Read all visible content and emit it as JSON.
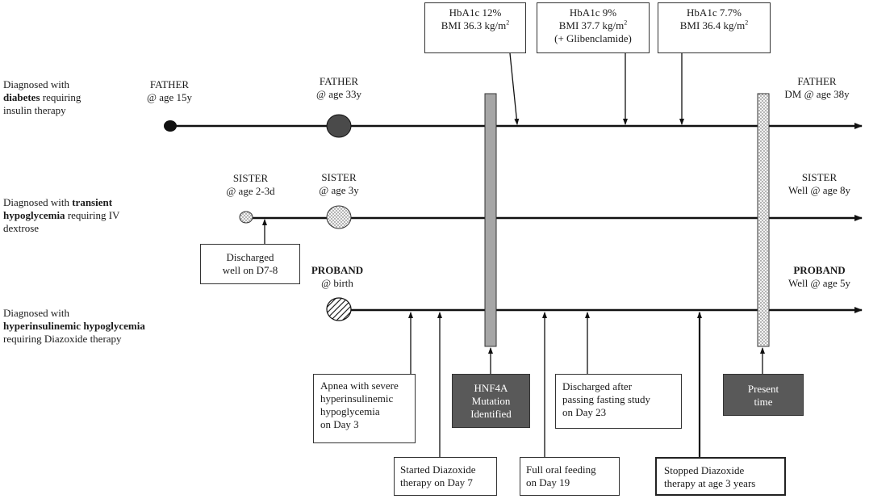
{
  "rows": {
    "father": {
      "description_parts": [
        {
          "text": "Diagnosed with",
          "bold": false
        },
        {
          "text": "diabetes",
          "bold": true
        },
        {
          "text": " requiring",
          "bold": false
        },
        {
          "text": "insulin therapy",
          "bold": false
        }
      ],
      "marker1": {
        "name": "FATHER",
        "age": "@ age 15y"
      },
      "marker2": {
        "name": "FATHER",
        "age": "@ age 33y"
      },
      "end": {
        "name": "FATHER",
        "status": "DM @ age 38y"
      }
    },
    "sister": {
      "description_parts": [
        {
          "text": "Diagnosed with ",
          "bold": false
        },
        {
          "text": "transient",
          "bold": true
        },
        {
          "text": "hypoglycemia",
          "bold": true
        },
        {
          "text": " requiring IV",
          "bold": false
        },
        {
          "text": "dextrose",
          "bold": false
        }
      ],
      "marker1": {
        "name": "SISTER",
        "age": "@ age 2-3d"
      },
      "marker2": {
        "name": "SISTER",
        "age": "@ age 3y"
      },
      "end": {
        "name": "SISTER",
        "status": "Well @ age 8y"
      }
    },
    "proband": {
      "description_parts": [
        {
          "text": "Diagnosed with",
          "bold": false
        },
        {
          "text": "hyperinsulinemic hypoglycemia",
          "bold": true
        },
        {
          "text": "requiring Diazoxide therapy",
          "bold": false
        }
      ],
      "marker1": {
        "name": "PROBAND",
        "age": "@ birth"
      },
      "end": {
        "name": "PROBAND",
        "status": "Well @ age 5y"
      }
    }
  },
  "top_boxes": [
    {
      "line1": "HbA1c 12%",
      "line2": "BMI 36.3 kg/m",
      "sup": "2",
      "line3": ""
    },
    {
      "line1": "HbA1c 9%",
      "line2": "BMI 37.7 kg/m",
      "sup": "2",
      "line3": "(+ Glibenclamide)"
    },
    {
      "line1": "HbA1c 7.7%",
      "line2": "BMI 36.4 kg/m",
      "sup": "2",
      "line3": ""
    }
  ],
  "discharged_sister": {
    "line1": "Discharged",
    "line2": "well on D7-8"
  },
  "bottom_boxes": {
    "apnea": [
      "Apnea with severe",
      "hyperinsulinemic",
      "hypoglycemia",
      "on Day 3"
    ],
    "hnf4a": [
      "HNF4A",
      "Mutation",
      "Identified"
    ],
    "discharged": [
      "Discharged after",
      "passing fasting study",
      "on Day 23"
    ],
    "present": [
      "Present",
      "time"
    ],
    "started": [
      "Started Diazoxide",
      "therapy on Day 7"
    ],
    "full_oral": [
      "Full oral feeding",
      "on Day 19"
    ],
    "stopped": [
      "Stopped Diazoxide",
      "therapy at age 3 years"
    ]
  },
  "colors": {
    "line": "#111111",
    "dark_marker": "#4a4a4a",
    "hnf4a_bar": "#a6a6a6",
    "dark_box": "#595959"
  }
}
